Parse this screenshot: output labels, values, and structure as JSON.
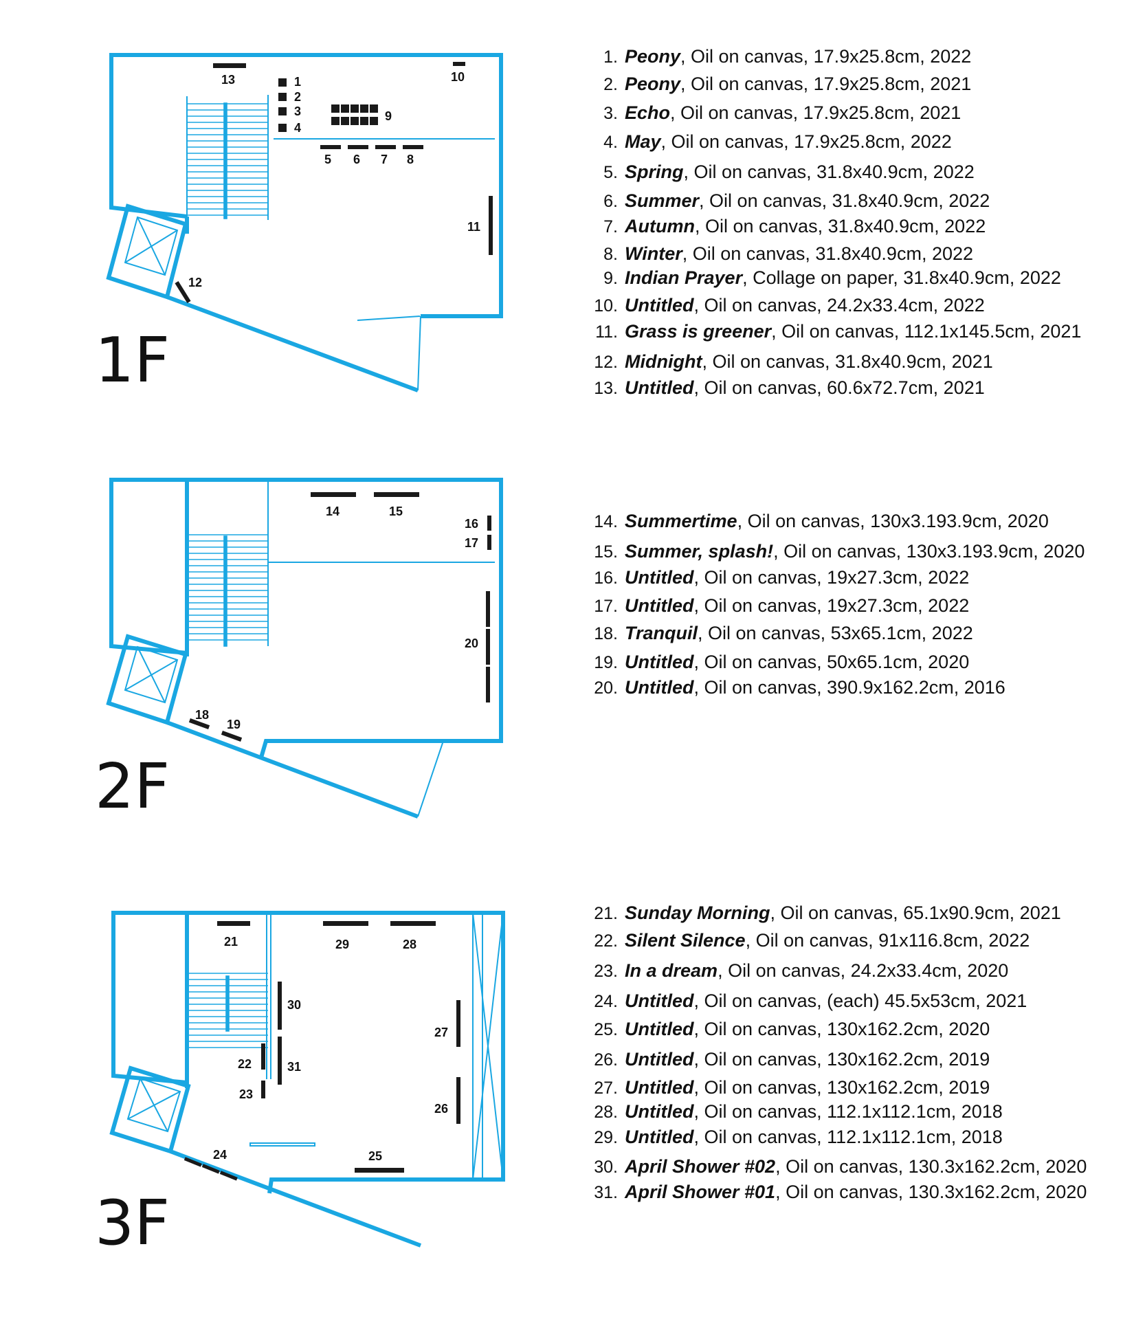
{
  "colors": {
    "wall": "#1aa7e2",
    "artwork_marker": "#1a1a1a",
    "text": "#111111"
  },
  "floors": [
    {
      "label": "1F",
      "markers": [
        "1",
        "2",
        "3",
        "4",
        "5",
        "6",
        "7",
        "8",
        "9",
        "10",
        "11",
        "12",
        "13"
      ],
      "works": [
        {
          "n": "1.",
          "title": "Peony",
          "details": ", Oil on canvas, 17.9x25.8cm, 2022"
        },
        {
          "n": "2.",
          "title": "Peony",
          "details": ", Oil on canvas, 17.9x25.8cm, 2021"
        },
        {
          "n": "3.",
          "title": "Echo",
          "details": ", Oil on canvas, 17.9x25.8cm, 2021"
        },
        {
          "n": "4.",
          "title": "May",
          "details": ", Oil on canvas, 17.9x25.8cm, 2022"
        },
        {
          "n": "5.",
          "title": "Spring",
          "details": ", Oil on canvas, 31.8x40.9cm, 2022"
        },
        {
          "n": "6.",
          "title": "Summer",
          "details": ", Oil on canvas, 31.8x40.9cm, 2022"
        },
        {
          "n": "7.",
          "title": "Autumn",
          "details": ", Oil on canvas, 31.8x40.9cm, 2022"
        },
        {
          "n": "8.",
          "title": "Winter",
          "details": ", Oil on canvas, 31.8x40.9cm, 2022"
        },
        {
          "n": "9.",
          "title": "Indian Prayer",
          "details": ", Collage on paper, 31.8x40.9cm, 2022"
        },
        {
          "n": "10.",
          "title": "Untitled",
          "details": ", Oil on canvas, 24.2x33.4cm, 2022"
        },
        {
          "n": "11.",
          "title": "Grass is greener",
          "details": ", Oil on canvas, 112.1x145.5cm, 2021"
        },
        {
          "n": "12.",
          "title": "Midnight",
          "details": ", Oil on canvas, 31.8x40.9cm, 2021"
        },
        {
          "n": "13.",
          "title": "Untitled",
          "details": ", Oil on canvas, 60.6x72.7cm, 2021"
        }
      ]
    },
    {
      "label": "2F",
      "markers": [
        "14",
        "15",
        "16",
        "17",
        "18",
        "19",
        "20"
      ],
      "works": [
        {
          "n": "14.",
          "title": "Summertime",
          "details": ", Oil on canvas, 130x3.193.9cm, 2020"
        },
        {
          "n": "15.",
          "title": "Summer, splash!",
          "details": ", Oil on canvas, 130x3.193.9cm, 2020"
        },
        {
          "n": "16.",
          "title": "Untitled",
          "details": ", Oil on canvas, 19x27.3cm, 2022"
        },
        {
          "n": "17.",
          "title": "Untitled",
          "details": ", Oil on canvas, 19x27.3cm, 2022"
        },
        {
          "n": "18.",
          "title": "Tranquil",
          "details": ", Oil on canvas, 53x65.1cm, 2022"
        },
        {
          "n": "19.",
          "title": "Untitled",
          "details": ", Oil on canvas, 50x65.1cm, 2020"
        },
        {
          "n": "20.",
          "title": "Untitled",
          "details": ", Oil on canvas, 390.9x162.2cm, 2016"
        }
      ]
    },
    {
      "label": "3F",
      "markers": [
        "21",
        "22",
        "23",
        "24",
        "25",
        "26",
        "27",
        "28",
        "29",
        "30",
        "31"
      ],
      "works": [
        {
          "n": "21.",
          "title": "Sunday Morning",
          "details": ", Oil on canvas, 65.1x90.9cm, 2021"
        },
        {
          "n": "22.",
          "title": "Silent Silence",
          "details": ", Oil on canvas, 91x116.8cm, 2022"
        },
        {
          "n": "23.",
          "title": "In a dream",
          "details": ", Oil on canvas, 24.2x33.4cm, 2020"
        },
        {
          "n": "24.",
          "title": "Untitled",
          "details": ", Oil on canvas, (each) 45.5x53cm, 2021"
        },
        {
          "n": "25.",
          "title": "Untitled",
          "details": ", Oil on canvas, 130x162.2cm, 2020"
        },
        {
          "n": "26.",
          "title": "Untitled",
          "details": ", Oil on canvas, 130x162.2cm, 2019"
        },
        {
          "n": "27.",
          "title": "Untitled",
          "details": ", Oil on canvas, 130x162.2cm, 2019"
        },
        {
          "n": "28.",
          "title": "Untitled",
          "details": ", Oil on canvas, 112.1x112.1cm, 2018"
        },
        {
          "n": "29.",
          "title": "Untitled",
          "details": ", Oil on canvas, 112.1x112.1cm, 2018"
        },
        {
          "n": "30.",
          "title": "April Shower #02",
          "details": ", Oil on canvas, 130.3x162.2cm, 2020"
        },
        {
          "n": "31.",
          "title": "April Shower #01",
          "details": ", Oil on canvas, 130.3x162.2cm, 2020"
        }
      ]
    }
  ]
}
